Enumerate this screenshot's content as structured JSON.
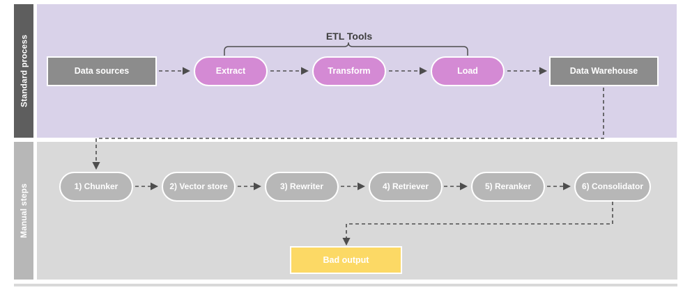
{
  "lanes": [
    {
      "id": "standard-process",
      "label": "Standard process",
      "header_color": "#5e5e5e",
      "body_color": "#d9d2e9"
    },
    {
      "id": "manual-steps",
      "label": "Manual steps",
      "header_color": "#b7b7b7",
      "body_color": "#d9d9d9"
    }
  ],
  "annotations": {
    "etl_bracket_label": "ETL Tools"
  },
  "top_row": {
    "source": {
      "label": "Data sources",
      "shape": "rectangle",
      "color": "#8c8c8c"
    },
    "etl": [
      {
        "label": "Extract",
        "shape": "pill",
        "color": "#d48ad4"
      },
      {
        "label": "Transform",
        "shape": "pill",
        "color": "#d48ad4"
      },
      {
        "label": "Load",
        "shape": "pill",
        "color": "#d48ad4"
      }
    ],
    "sink": {
      "label": "Data Warehouse",
      "shape": "rectangle",
      "color": "#8c8c8c"
    }
  },
  "bottom_row": {
    "steps": [
      {
        "label": "1) Chunker",
        "shape": "pill",
        "color": "#b7b7b7"
      },
      {
        "label": "2) Vector store",
        "shape": "pill",
        "color": "#b7b7b7"
      },
      {
        "label": "3) Rewriter",
        "shape": "pill",
        "color": "#b7b7b7"
      },
      {
        "label": "4) Retriever",
        "shape": "pill",
        "color": "#b7b7b7"
      },
      {
        "label": "5) Reranker",
        "shape": "pill",
        "color": "#b7b7b7"
      },
      {
        "label": "6) Consolidator",
        "shape": "pill",
        "color": "#b7b7b7"
      }
    ],
    "output": {
      "label": "Bad output",
      "shape": "rectangle",
      "color": "#fcd965"
    }
  },
  "colors": {
    "connector": "#4d4d4d",
    "node_border": "#ffffff",
    "text_on_node": "#ffffff",
    "label_text": "#3d3d3d"
  }
}
